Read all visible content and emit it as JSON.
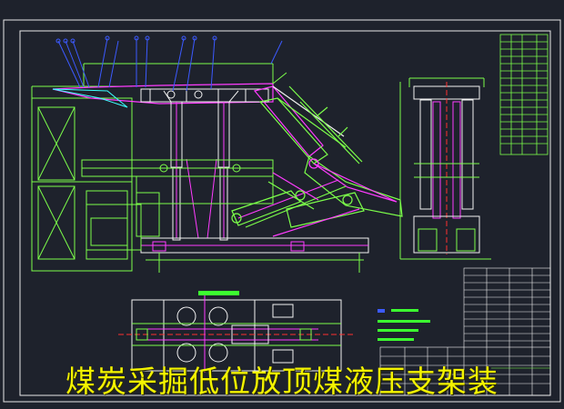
{
  "caption": "煤炭采掘低位放顶煤液压支架装",
  "colors": {
    "background": "#1e222c",
    "frame": "#e8e8e8",
    "structure_green": "#7cff4a",
    "linkage_magenta": "#ff3cff",
    "dimension_blue": "#3c5aff",
    "section_white": "#f2f2f2",
    "centerline_red": "#ff3030",
    "label_green_fill": "#3cff30",
    "caption_yellow": "#f3f300"
  },
  "views": [
    {
      "name": "side-elevation"
    },
    {
      "name": "front-elevation"
    },
    {
      "name": "plan-view"
    },
    {
      "name": "parts-list-table"
    },
    {
      "name": "title-block"
    }
  ]
}
